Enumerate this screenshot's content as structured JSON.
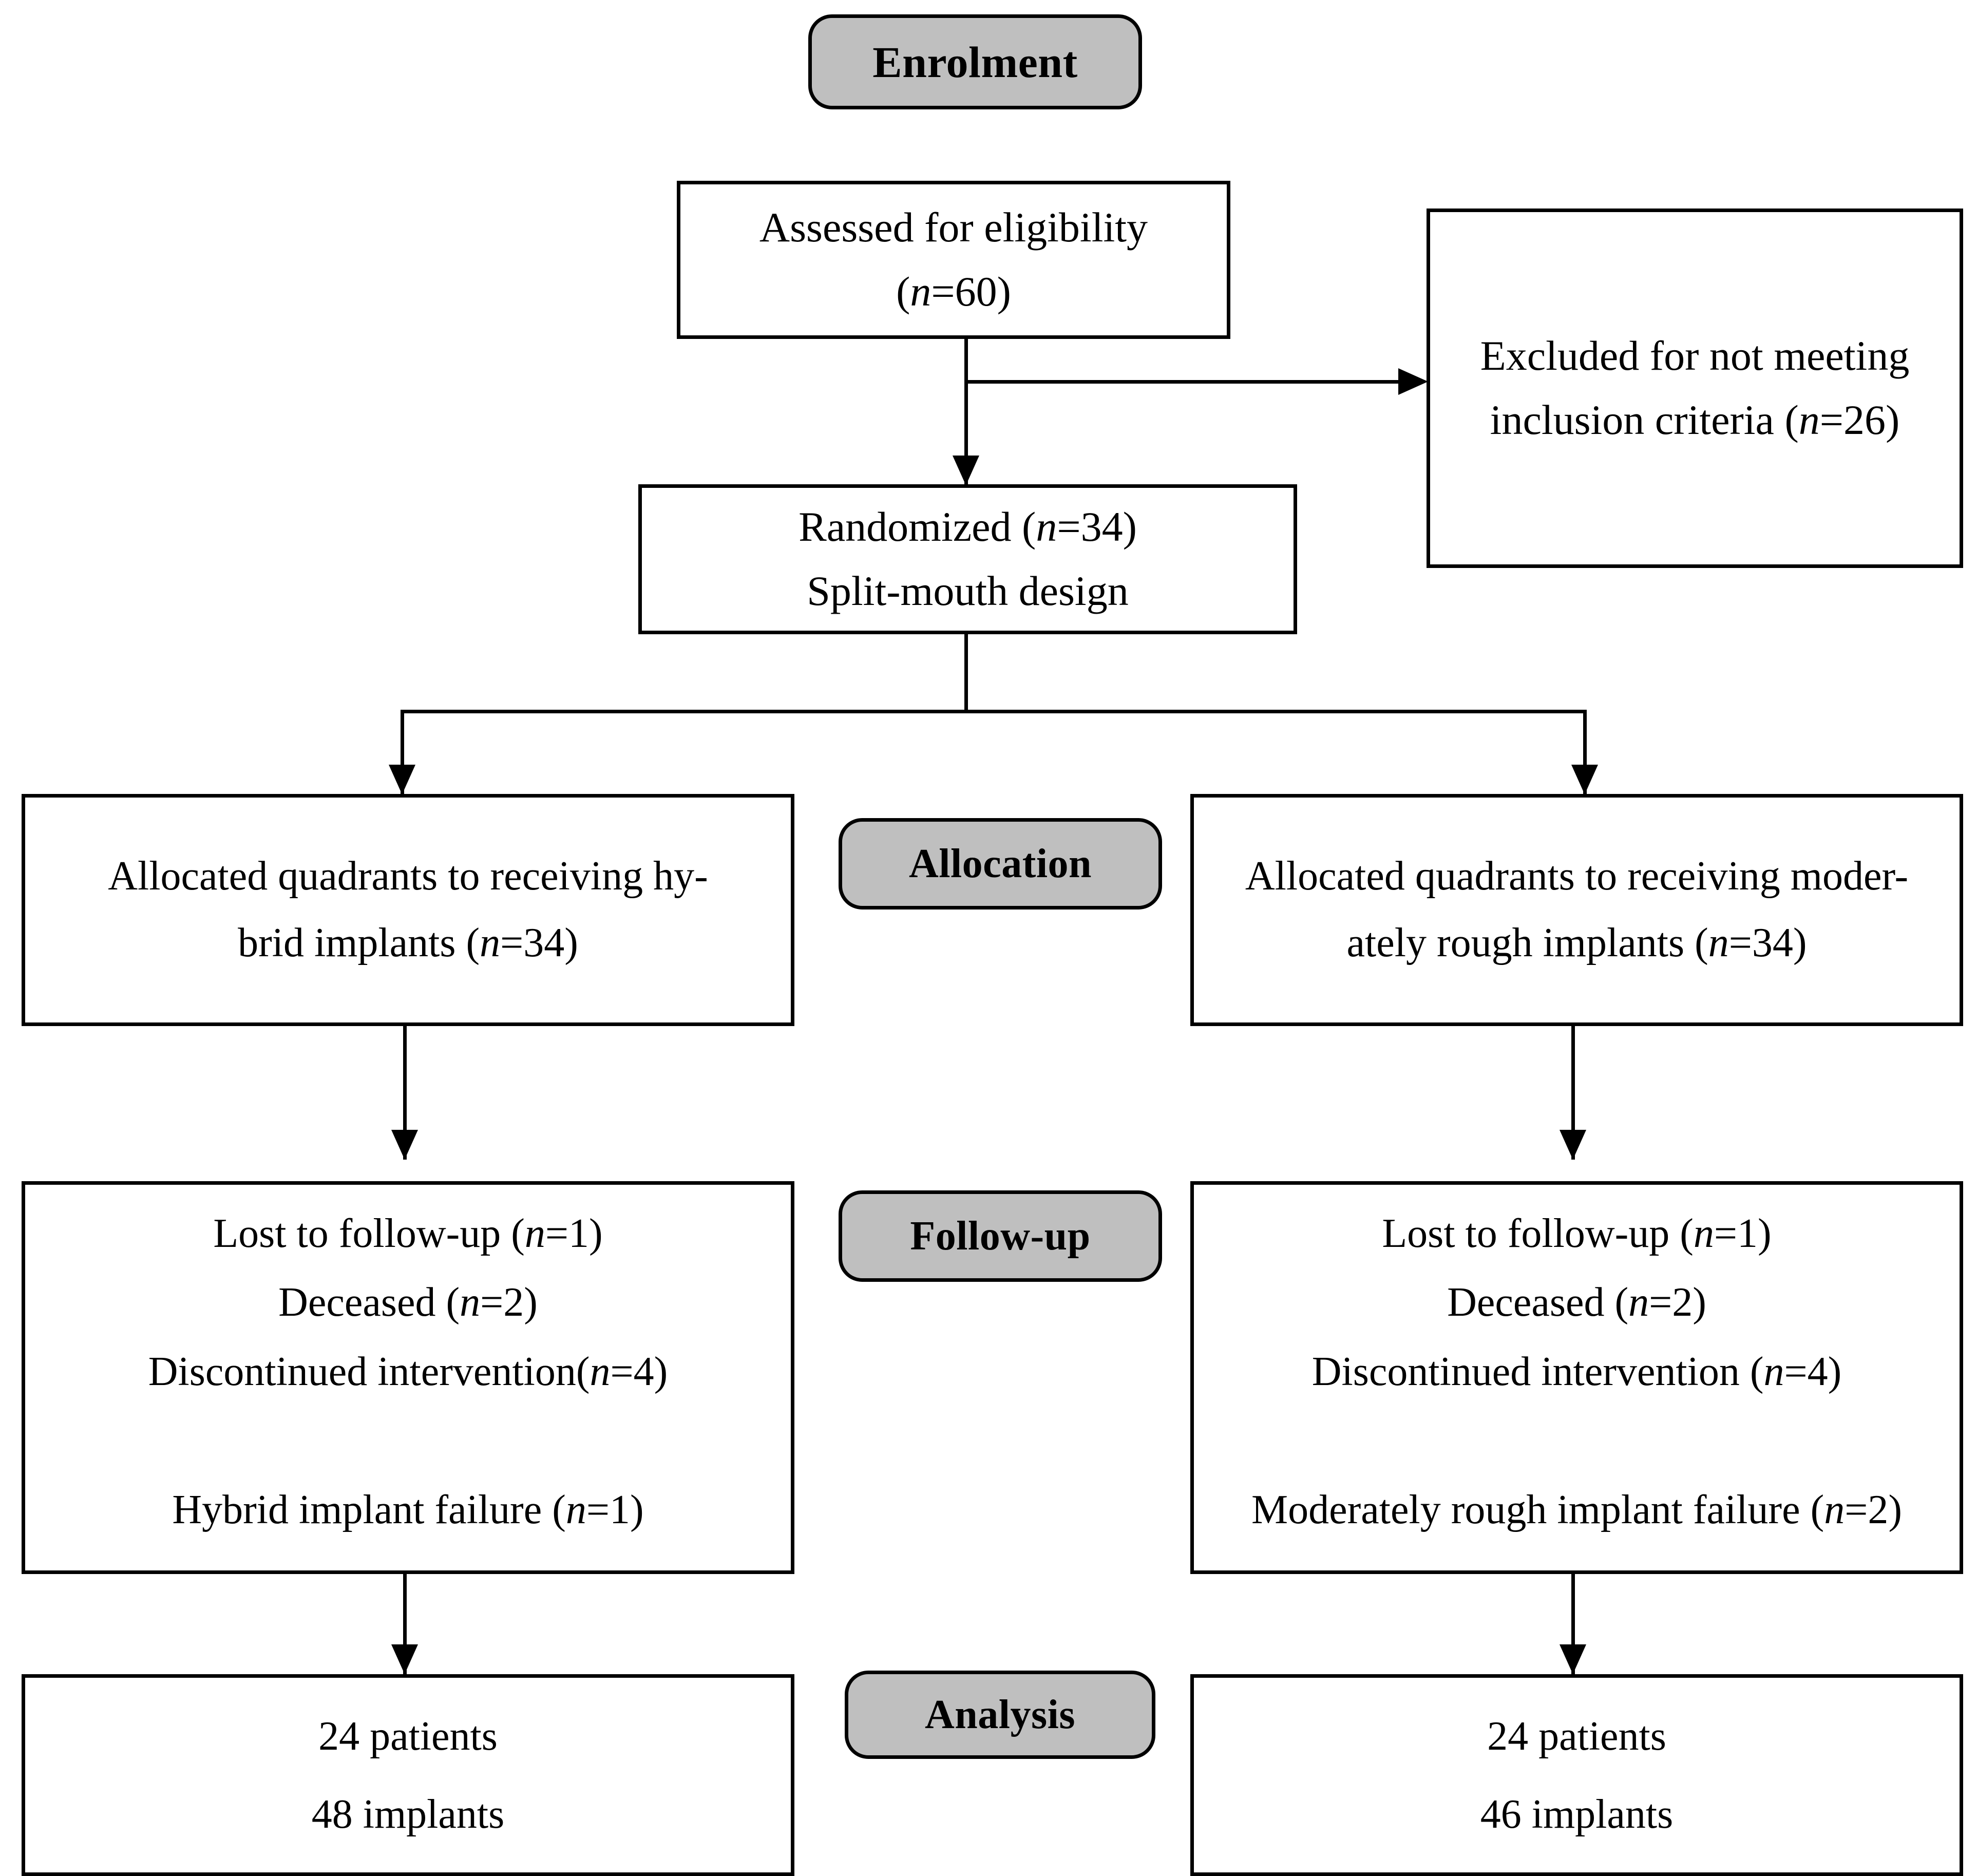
{
  "diagram": {
    "title": "CONSORT participant flow diagram",
    "stages": [
      {
        "id": "enrolment",
        "label": "Enrolment"
      },
      {
        "id": "allocation",
        "label": "Allocation"
      },
      {
        "id": "followup",
        "label": "Follow-up"
      },
      {
        "id": "analysis",
        "label": "Analysis"
      }
    ],
    "colors": {
      "stage_fill": "#BFBFBF",
      "border": "#000000",
      "box_fill": "#FFFFFF",
      "text": "#000000"
    },
    "boxes": {
      "assessed": {
        "line1": "Assessed for eligibility",
        "line2_pre": "(",
        "line2_n": "n",
        "line2_post": "=60)"
      },
      "excluded": {
        "line1": "Excluded for not meeting",
        "line2_pre": "inclusion criteria (",
        "line2_n": "n",
        "line2_post": "=26)"
      },
      "randomized": {
        "line1_pre": "Randomized (",
        "line1_n": "n",
        "line1_post": "=34)",
        "line2": "Split-mouth design"
      },
      "alloc_left": {
        "line1": "Allocated quadrants to receiving hy-",
        "line2_pre": "brid implants (",
        "line2_n": "n",
        "line2_post": "=34)"
      },
      "alloc_right": {
        "line1": "Allocated quadrants to receiving moder-",
        "line2_pre": "ately rough implants (",
        "line2_n": "n",
        "line2_post": "=34)"
      },
      "followup_left": {
        "line1_pre": "Lost to follow-up (",
        "line1_n": "n",
        "line1_post": "=1)",
        "line2_pre": "Deceased (",
        "line2_n": "n",
        "line2_post": "=2)",
        "line3_pre": "Discontinued intervention(",
        "line3_n": "n",
        "line3_post": "=4)",
        "line4_pre": "Hybrid implant failure (",
        "line4_n": "n",
        "line4_post": "=1)"
      },
      "followup_right": {
        "line1_pre": "Lost to follow-up (",
        "line1_n": "n",
        "line1_post": "=1)",
        "line2_pre": "Deceased (",
        "line2_n": "n",
        "line2_post": "=2)",
        "line3_pre": "Discontinued intervention (",
        "line3_n": "n",
        "line3_post": "=4)",
        "line4_pre": "Moderately rough implant failure (",
        "line4_n": "n",
        "line4_post": "=2)"
      },
      "analysis_left": {
        "line1": "24 patients",
        "line2": "48 implants"
      },
      "analysis_right": {
        "line1": "24 patients",
        "line2": "46 implants"
      }
    }
  }
}
